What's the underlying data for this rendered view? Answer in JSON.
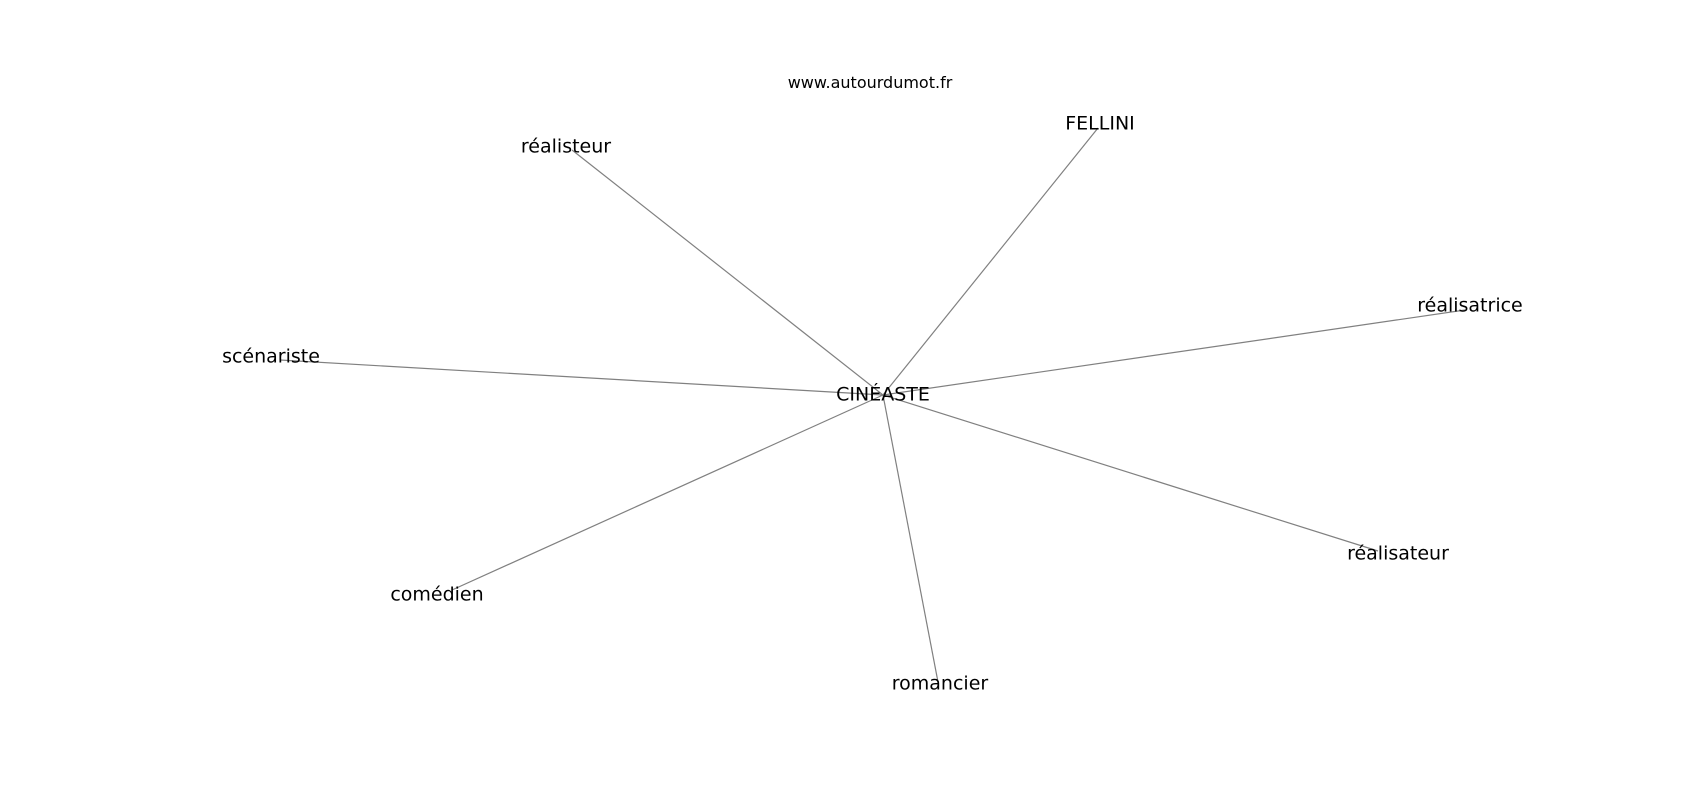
{
  "watermark": "www.autourdumot.fr",
  "graph": {
    "center": {
      "id": "center",
      "label": "CINÉASTE"
    },
    "neighbors": [
      {
        "id": "realisteur",
        "label": "réalisteur"
      },
      {
        "id": "fellini",
        "label": "FELLINI"
      },
      {
        "id": "realisatrice",
        "label": "réalisatrice"
      },
      {
        "id": "scenariste",
        "label": "scénariste"
      },
      {
        "id": "realisateur",
        "label": "réalisateur"
      },
      {
        "id": "comedien",
        "label": "comédien"
      },
      {
        "id": "romancier",
        "label": "romancier"
      }
    ],
    "edge_color": "#808080"
  }
}
